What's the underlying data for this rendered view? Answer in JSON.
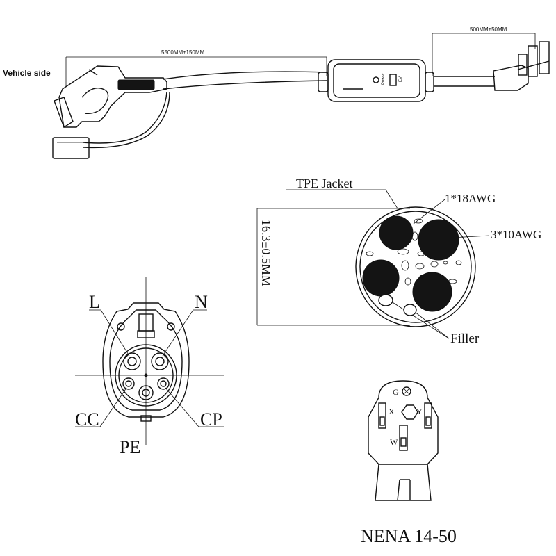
{
  "cable_assembly": {
    "vehicle_side_label": "Vehicle side",
    "cable_length_label": "5500MM±150MM",
    "plug_cord_length_label": "500MM±50MM",
    "control_box": {
      "indicator_power": "Power",
      "indicator_ev": "EV"
    }
  },
  "cross_section": {
    "jacket_label": "TPE Jacket",
    "signal_wire_label": "1*18AWG",
    "power_wire_label": "3*10AWG",
    "filler_label": "Filler",
    "diameter_label": "16.3±0.5MM"
  },
  "connector_face": {
    "pin_l": "L",
    "pin_n": "N",
    "pin_cc": "CC",
    "pin_cp": "CP",
    "pin_pe": "PE"
  },
  "plug_face": {
    "title": "NENA 14-50",
    "pin_g": "G",
    "pin_x": "X",
    "pin_y": "Y",
    "pin_w": "W"
  }
}
